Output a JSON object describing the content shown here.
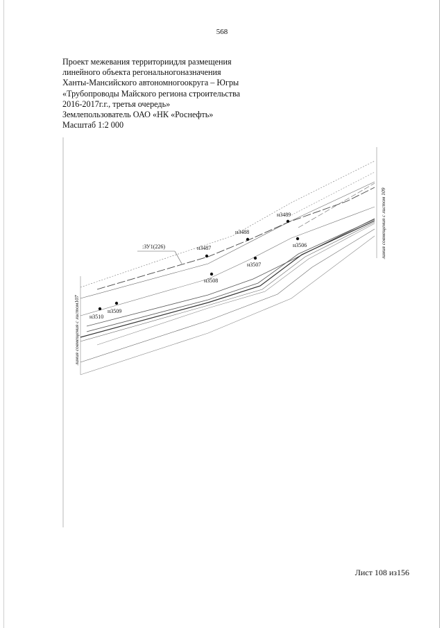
{
  "page_number": "568",
  "header": {
    "lines": [
      "Проект межевания территориидля размещения",
      "линейного объекта регональногоназначения",
      "Ханты-Мансийского автономногоокруга – Югры",
      "«Трубопроводы Майского региона строительства",
      "2016-2017г.г., третья очередь»",
      "Землепользователь ОАО «НК «Роснефть»",
      "Масштаб 1:2 000"
    ]
  },
  "plan": {
    "parcel_label": ":ЗУ1(226)",
    "points": [
      {
        "id": "p3487",
        "label": "н3487"
      },
      {
        "id": "p3488",
        "label": "н3488"
      },
      {
        "id": "p3489",
        "label": "н3489"
      },
      {
        "id": "p3506",
        "label": "н3506"
      },
      {
        "id": "p3507",
        "label": "н3507"
      },
      {
        "id": "p3508",
        "label": "н3508"
      },
      {
        "id": "p3509",
        "label": "н3509"
      },
      {
        "id": "p3510",
        "label": "н3510"
      }
    ],
    "match_line_left": "линия совмещения с листом107",
    "match_line_right": "линия совмещения с листом 109"
  },
  "sheet_label": "Лист 108 из156"
}
